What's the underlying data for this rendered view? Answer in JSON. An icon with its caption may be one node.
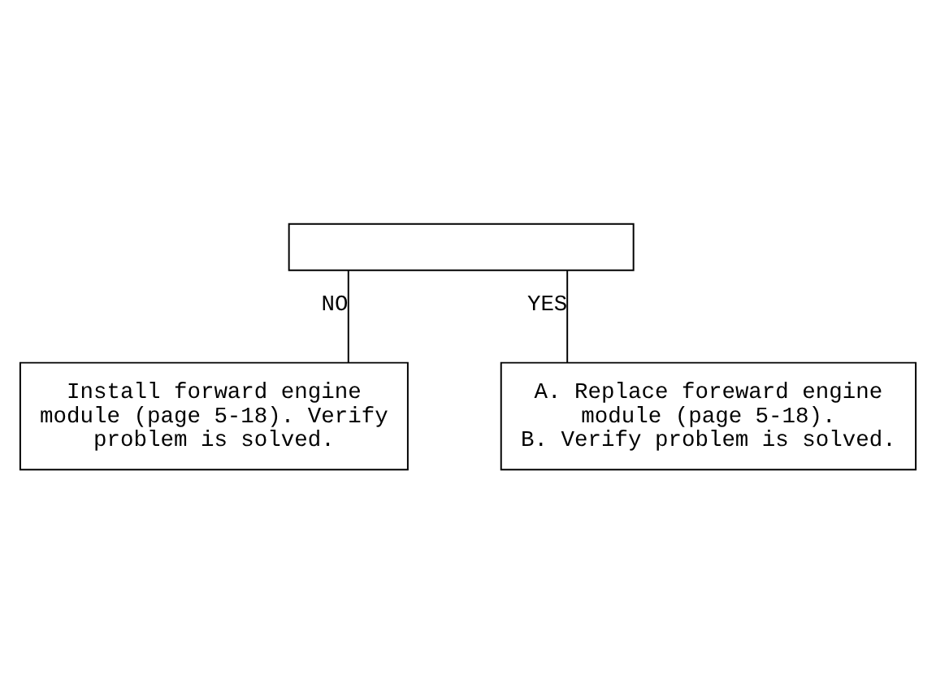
{
  "diagram": {
    "nodes": [
      {
        "text": [],
        "shape": "box"
      },
      {
        "text": [
          "A. Replace foreward engine module (page 5-18).",
          "B. Verify problem is solved."
        ]
      },
      {
        "text": [
          "Install forward engine module (page 5-18). Verify problem is solved."
        ]
      }
    ],
    "edges": [
      {
        "from": 0,
        "to": 2,
        "arrow": "none",
        "label": "NO"
      },
      {
        "from": 0,
        "to": 1,
        "arrow": "none",
        "label": "YES"
      }
    ]
  }
}
